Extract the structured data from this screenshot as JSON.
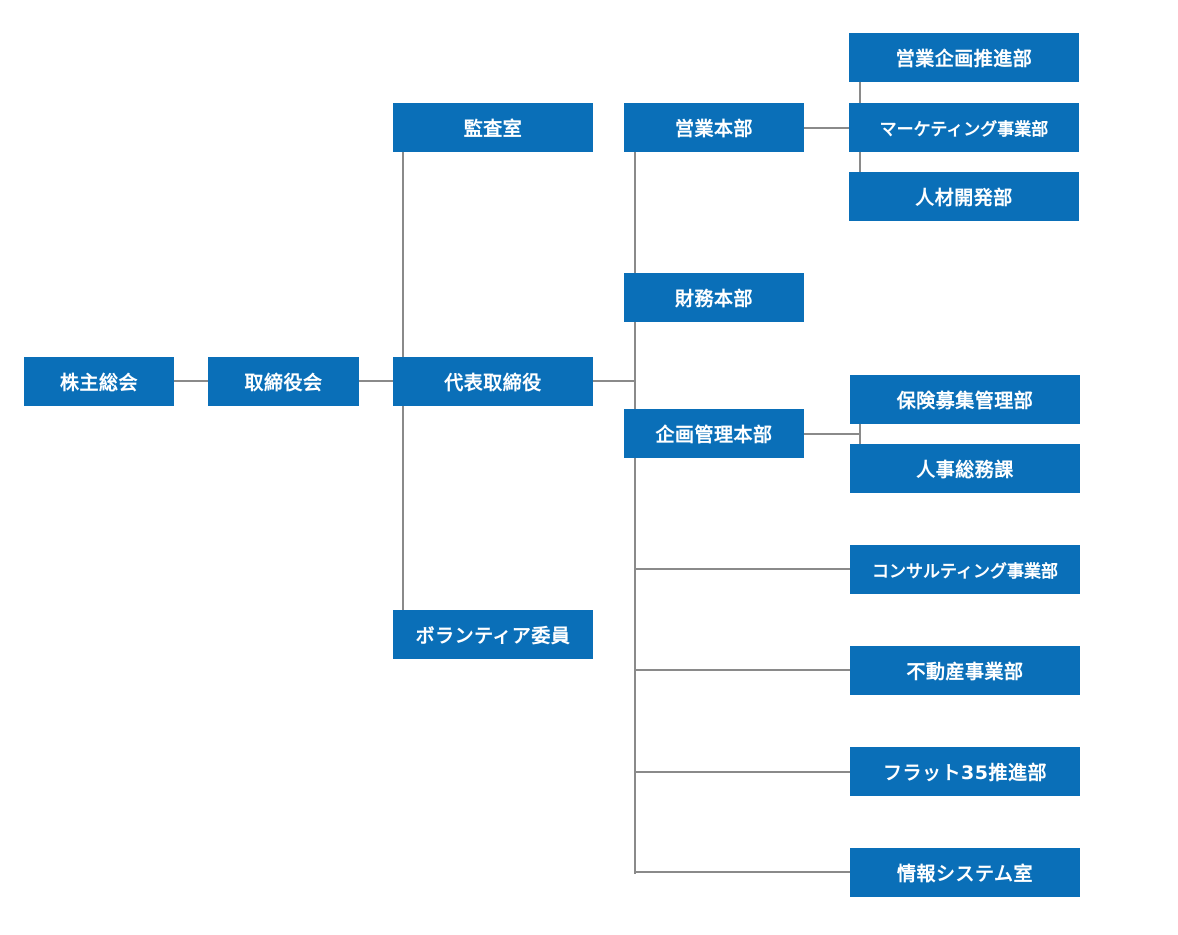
{
  "org": {
    "shareholders_meeting": "株主総会",
    "board_of_directors": "取締役会",
    "representative_director": "代表取締役",
    "audit_office": "監査室",
    "volunteer_committee": "ボランティア委員",
    "sales_hq": "営業本部",
    "sales_planning": "営業企画推進部",
    "marketing_division": "マーケティング事業部",
    "hr_development": "人材開発部",
    "finance_hq": "財務本部",
    "planning_admin_hq": "企画管理本部",
    "insurance_admin": "保険募集管理部",
    "hr_general_affairs": "人事総務課",
    "consulting_division": "コンサルティング事業部",
    "real_estate_division": "不動産事業部",
    "flat35_promotion": "フラット35推進部",
    "it_systems_office": "情報システム室"
  },
  "colors": {
    "box": "#0a6fb8",
    "text": "#ffffff",
    "connector": "#8a8a8a"
  }
}
